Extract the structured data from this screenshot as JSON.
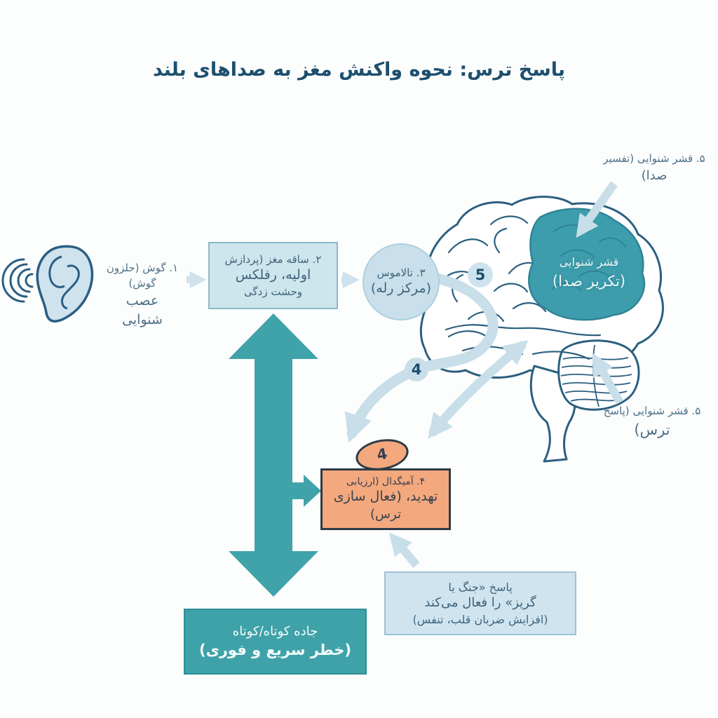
{
  "title": "پاسخ ترس: نحوه واکنش مغز به صداهای بلند",
  "labels": {
    "ear": {
      "l1": "۱. گوش (حلزون گوش)",
      "l2": "عصب شنوایی"
    },
    "brainstem": {
      "l1": "۲. ساقه مغز (پردازش",
      "l2": "اولیه، رفلکس",
      "l3": "وحشت زدگی"
    },
    "thalamus": {
      "l1": "۳. تالاموس",
      "l2": "(مرکز رله)"
    },
    "auditory_cortex": {
      "l1": "قشر شنوایی",
      "l2": "(تکریر صدا)"
    },
    "cortex_interpretation": {
      "l1": "۵. قشر شنوایی (تفسیر",
      "l2": "صدا)"
    },
    "cortex_fear": {
      "l1": "۵. قشر شنوایی (پاسخ",
      "l2": "ترس)"
    },
    "amygdala": {
      "badge": "4",
      "l1": "۴. آمیگدال (ارزیابی",
      "l2": "تهدید، (فعال سازی",
      "l3": "ترس)"
    },
    "fight_flight": {
      "l1": "پاسخ «جنگ یا",
      "l2": "گریز» را فعال می‌کند",
      "l3": "(افزایش ضربان قلب، تنفس)"
    },
    "short_road": {
      "l1": "جاده کوتاه/کوتاه",
      "l2": "(خطر سریع و فوری)"
    },
    "marker_4": "4",
    "marker_5": "5"
  },
  "colors": {
    "navy_text": "#1d4f6e",
    "teal_arrow": "#41a3aa",
    "orange_node": "#f3a87d",
    "light_blue_node": "#cfe4ef",
    "light_arrow": "#c8dee9",
    "brain_highlight": "#3e9dad",
    "brain_outline": "#2b5f7f"
  }
}
